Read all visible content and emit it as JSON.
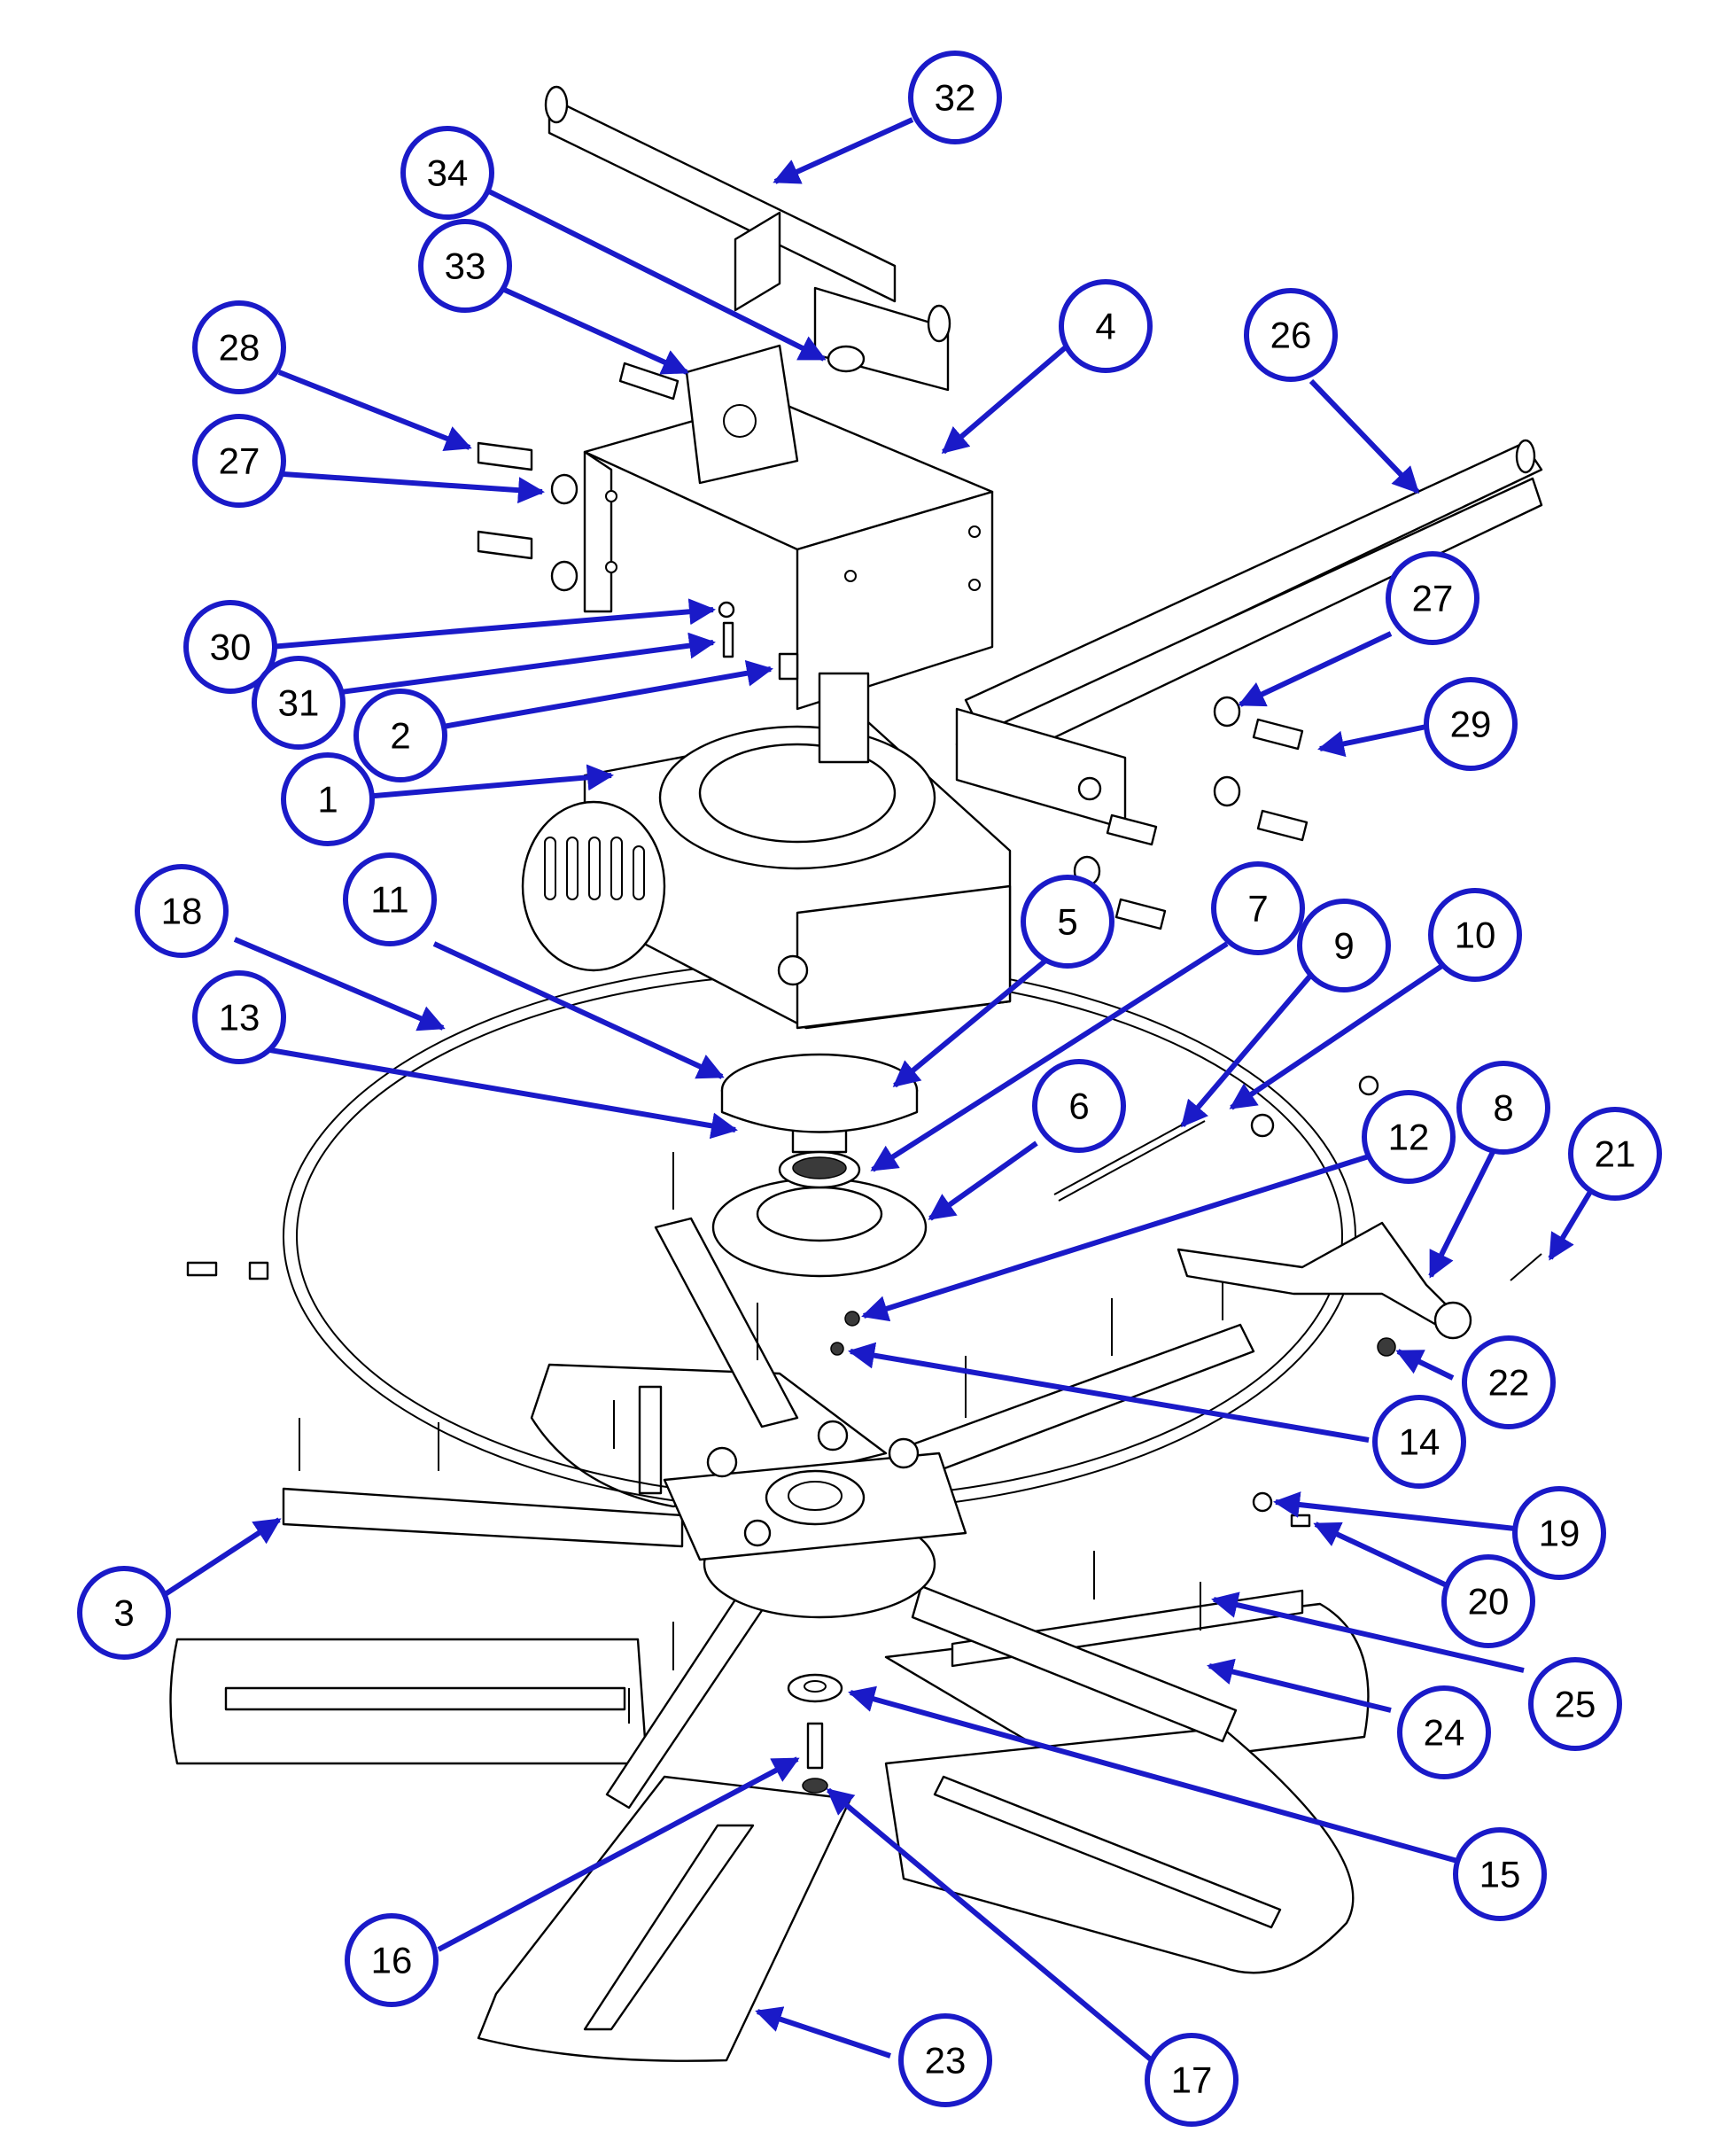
{
  "colors": {
    "callout": "#1a1ac8",
    "line": "#000000",
    "background": "#ffffff"
  },
  "callouts": {
    "c1": "1",
    "c2": "2",
    "c3": "3",
    "c4": "4",
    "c5": "5",
    "c6": "6",
    "c7": "7",
    "c8": "8",
    "c9": "9",
    "c10": "10",
    "c11": "11",
    "c12": "12",
    "c13": "13",
    "c14": "14",
    "c15": "15",
    "c16": "16",
    "c17": "17",
    "c18": "18",
    "c19": "19",
    "c20": "20",
    "c21": "21",
    "c22": "22",
    "c23": "23",
    "c24": "24",
    "c25": "25",
    "c26": "26",
    "c27a": "27",
    "c27b": "27",
    "c28": "28",
    "c29": "29",
    "c30": "30",
    "c31": "31",
    "c32": "32",
    "c33": "33",
    "c34": "34"
  }
}
